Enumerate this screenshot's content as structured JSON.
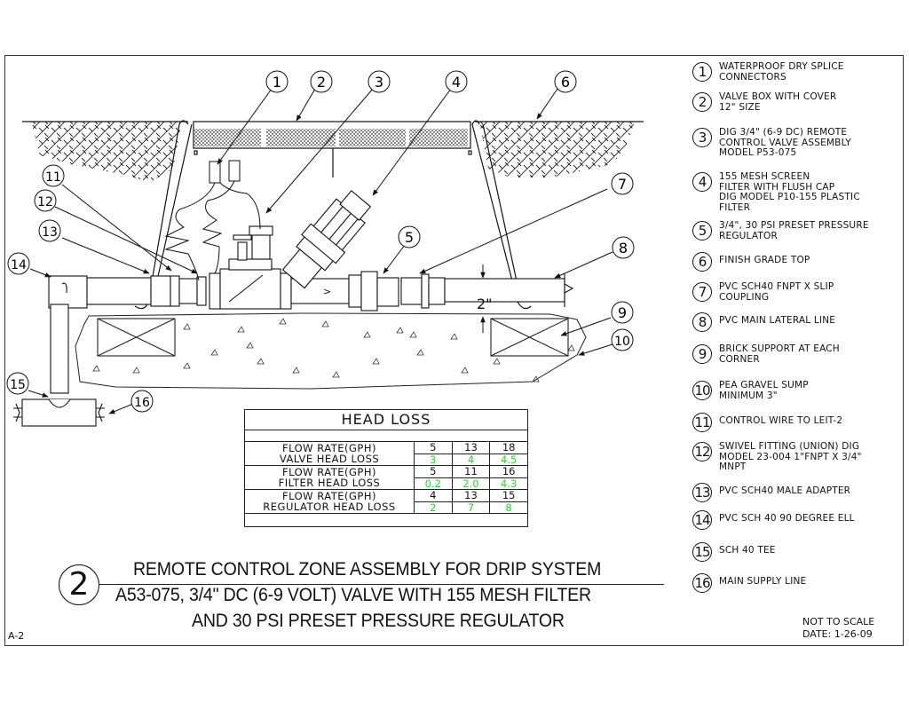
{
  "sheet_id": "A-2",
  "detail_number": "2",
  "title": {
    "line1": "REMOTE CONTROL ZONE ASSEMBLY FOR DRIP SYSTEM",
    "line2": "A53-075, 3/4\" DC (6-9 VOLT) VALVE WITH 155 MESH FILTER",
    "line3": "AND 30 PSI PRESET PRESSURE REGULATOR"
  },
  "notes": {
    "scale": "NOT TO SCALE",
    "date": "DATE: 1-26-09"
  },
  "dimension_label": "2\"",
  "callouts": [
    "1",
    "2",
    "3",
    "4",
    "5",
    "6",
    "7",
    "8",
    "9",
    "10",
    "11",
    "12",
    "13",
    "14",
    "15",
    "16"
  ],
  "legend": [
    {
      "num": "1",
      "text": "WATERPROOF DRY SPLICE\nCONNECTORS"
    },
    {
      "num": "2",
      "text": "VALVE BOX WITH COVER\n12\" SIZE"
    },
    {
      "num": "3",
      "text": "DIG 3/4\" (6-9 DC) REMOTE\nCONTROL VALVE ASSEMBLY\nMODEL  P53-075"
    },
    {
      "num": "4",
      "text": "155 MESH SCREEN\nFILTER WITH FLUSH CAP\nDIG MODEL P10-155 PLASTIC\nFILTER"
    },
    {
      "num": "5",
      "text": "3/4\", 30 PSI PRESET PRESSURE\nREGULATOR"
    },
    {
      "num": "6",
      "text": "FINISH GRADE TOP"
    },
    {
      "num": "7",
      "text": "PVC SCH40 FNPT X SLIP\nCOUPLING"
    },
    {
      "num": "8",
      "text": "PVC MAIN LATERAL LINE"
    },
    {
      "num": "9",
      "text": "BRICK SUPPORT AT EACH\nCORNER"
    },
    {
      "num": "10",
      "text": "PEA GRAVEL SUMP\nMINIMUM 3\""
    },
    {
      "num": "11",
      "text": "CONTROL WIRE TO LEIT-2"
    },
    {
      "num": "12",
      "text": "SWIVEL FITTING (UNION) DIG\nMODEL 23-004 1\"FNPT X 3/4\"\nMNPT"
    },
    {
      "num": "13",
      "text": "PVC SCH40 MALE ADAPTER"
    },
    {
      "num": "14",
      "text": "PVC SCH 40 90 DEGREE ELL"
    },
    {
      "num": "15",
      "text": "SCH 40 TEE"
    },
    {
      "num": "16",
      "text": "MAIN SUPPLY LINE"
    }
  ],
  "head_loss_table": {
    "caption": "HEAD LOSS",
    "groups": [
      {
        "flow_label": "FLOW  RATE(GPH)",
        "loss_label": "VALVE  HEAD  LOSS",
        "flow": [
          "5",
          "13",
          "18"
        ],
        "loss": [
          "3",
          "4",
          "4.5"
        ]
      },
      {
        "flow_label": "FLOW  RATE(GPH)",
        "loss_label": "FILTER  HEAD  LOSS",
        "flow": [
          "5",
          "11",
          "16"
        ],
        "loss": [
          "0.2",
          "2.0",
          "4.3"
        ]
      },
      {
        "flow_label": "FLOW  RATE(GPH)",
        "loss_label": "REGULATOR  HEAD  LOSS",
        "flow": [
          "4",
          "13",
          "15"
        ],
        "loss": [
          "2",
          "7",
          "8"
        ]
      }
    ],
    "loss_color": "#22dd22"
  }
}
